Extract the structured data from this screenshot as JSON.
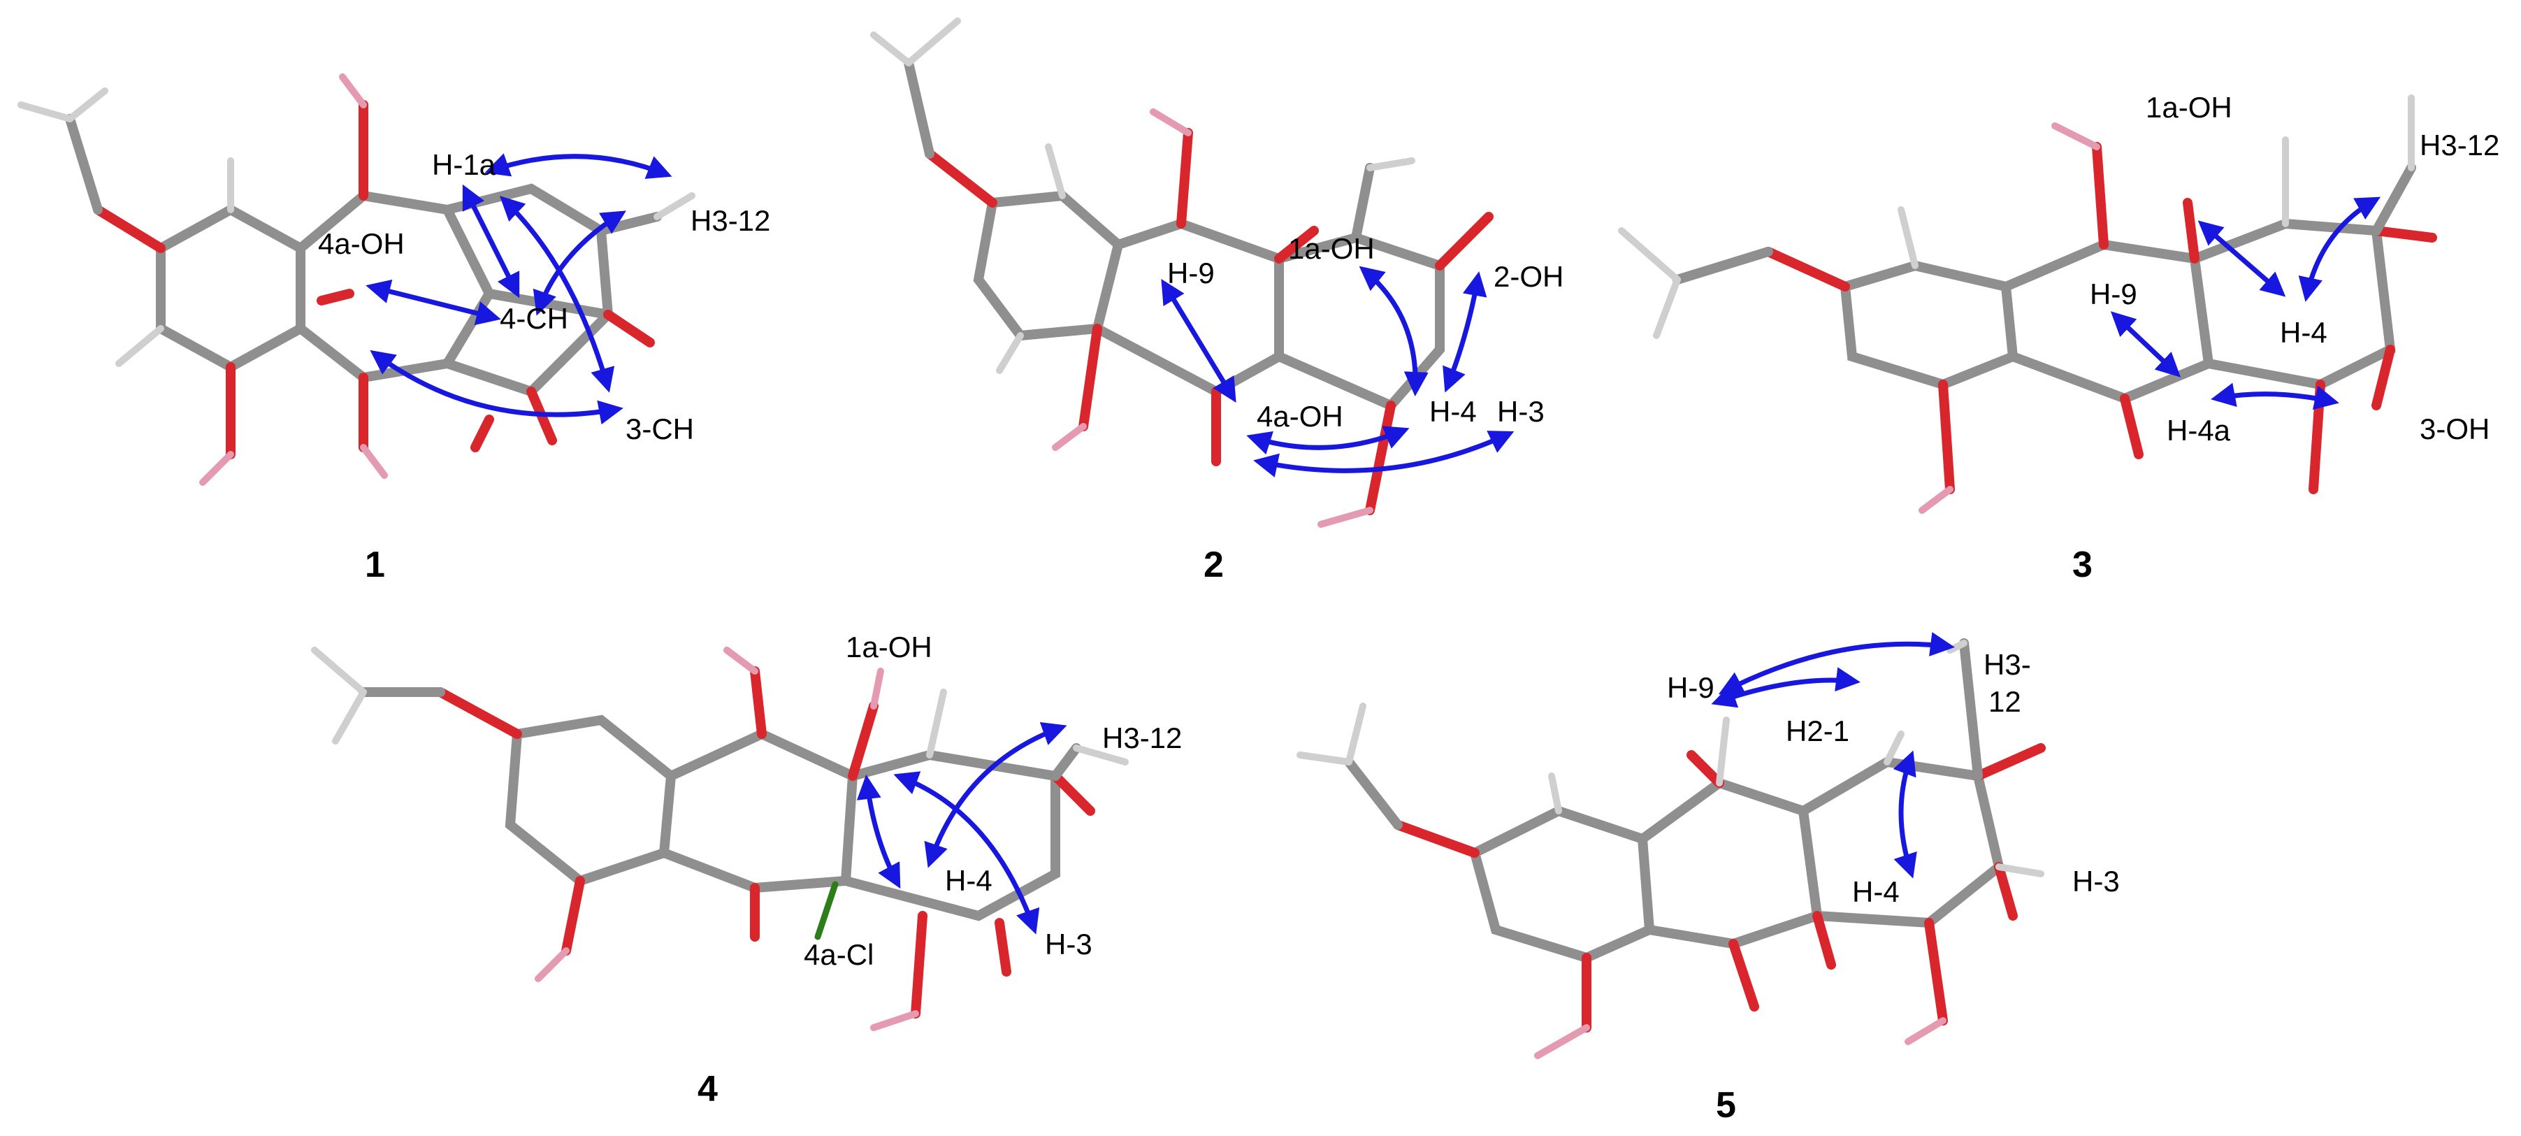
{
  "figure": {
    "compounds": [
      {
        "id": "1",
        "labels": [
          "H-1a",
          "H3-12",
          "4a-OH",
          "4-CH",
          "3-CH"
        ]
      },
      {
        "id": "2",
        "labels": [
          "H-9",
          "1a-OH",
          "2-OH",
          "4a-OH",
          "H-4",
          "H-3"
        ]
      },
      {
        "id": "3",
        "labels": [
          "1a-OH",
          "H3-12",
          "H-9",
          "H-4",
          "H-4a",
          "3-OH"
        ]
      },
      {
        "id": "4",
        "labels": [
          "1a-OH",
          "H3-12",
          "H-4",
          "H-3",
          "4a-Cl"
        ]
      },
      {
        "id": "5",
        "labels": [
          "H-9",
          "H3-",
          "12",
          "H2-1",
          "H-4",
          "H-3"
        ]
      }
    ],
    "colors": {
      "carbon": "#8f8f8f",
      "oxygen": "#d9262c",
      "hydrogen": "#cfcfcf",
      "hydroxyl_h": "#e49ab0",
      "chlorine": "#2e7d1b",
      "noe_arrow": "#1717e0"
    }
  }
}
